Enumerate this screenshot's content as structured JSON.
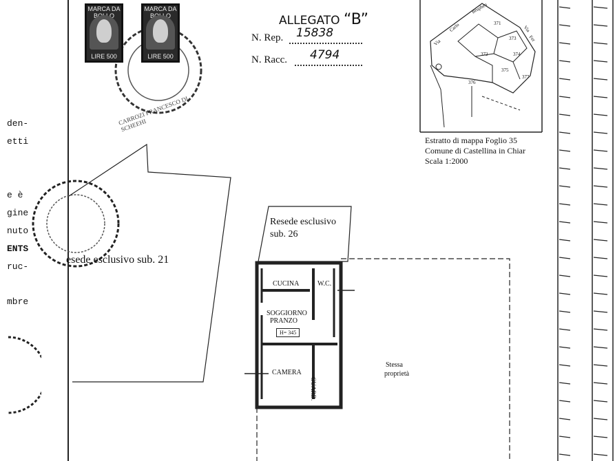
{
  "header": {
    "allegato_label": "ALLEGATO",
    "allegato_letter": "“B”",
    "rep_label": "N. Rep.",
    "rep_value": "15838",
    "racc_label": "N. Racc.",
    "racc_value": "4794"
  },
  "stamps": {
    "top_text": "MARCA DA BOLLO",
    "value_text": "LIRE 500",
    "seal_text": "CARROZI FRANCESCO DI SCHEEHI"
  },
  "left_margin_fragments": [
    "den-",
    "etti",
    "e è",
    "gine",
    "nuto",
    "ENTS",
    "ruc-",
    "mbre"
  ],
  "map_inset": {
    "caption_line1": "Estratto di mappa Foglio 35",
    "caption_line2": "Comune di Castellina in Chiar",
    "caption_line3": "Scala 1:2000",
    "street_labels": [
      "Via",
      "Carlo",
      "Bruphen",
      "Via",
      "Fer"
    ],
    "parcel_numbers": [
      "371",
      "373",
      "372",
      "374",
      "375",
      "376",
      "377"
    ]
  },
  "floorplan": {
    "resede_21": "esede esclusivo sub. 21",
    "resede_26_line1": "Resede esclusivo",
    "resede_26_line2": "sub. 26",
    "cucina": "CUCINA",
    "wc": "W.C.",
    "soggiorno": "SOGGIORNO",
    "pranzo": "PRANZO",
    "height": "H= 345",
    "camera": "CAMERA",
    "guard": "GUARD.",
    "stessa": "Stessa",
    "proprieta": "proprietà"
  }
}
